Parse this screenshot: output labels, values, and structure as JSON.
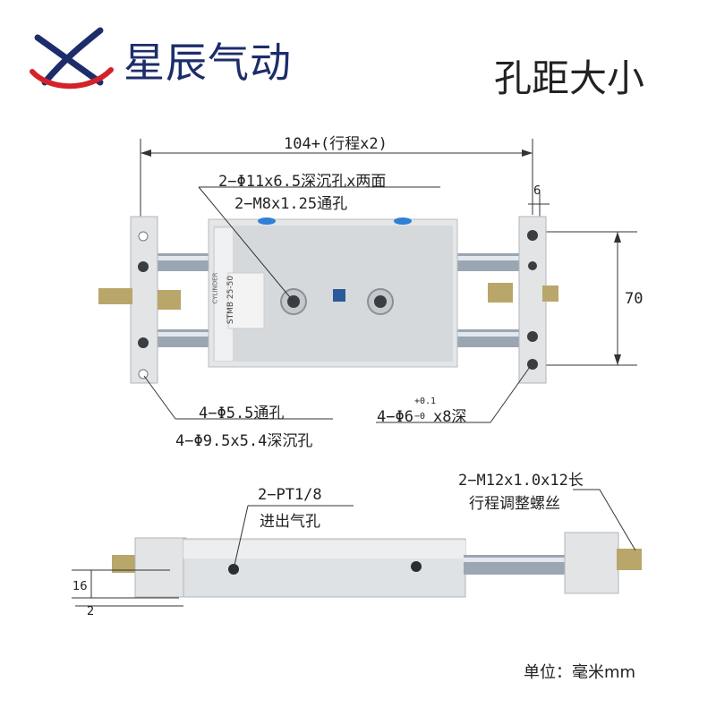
{
  "brand": {
    "name": "星辰气动"
  },
  "heading": "孔距大小",
  "dimensions": {
    "overall_length": "104+(行程x2)",
    "edge_offset": "6",
    "hole_spacing": "70",
    "counterbore_both_sides": "2−Φ11x6.5深沉孔x两面",
    "through_m8": "2−M8x1.25通孔",
    "through_5_5": "4−Φ5.5通孔",
    "counterbore_9_5": "4−Φ9.5x5.4深沉孔",
    "pin_hole_prefix": "4−Φ6",
    "pin_hole_tol_upper": "+0.1",
    "pin_hole_tol_lower": "−0",
    "pin_hole_suffix": "x8深",
    "port_size": "2−PT1/8",
    "port_desc": "进出气孔",
    "adjust_screw_size": "2−M12x1.0x12长",
    "adjust_screw_desc": "行程调整螺丝",
    "height_16": "16",
    "offset_2": "2"
  },
  "cylinder_label": {
    "model": "STMB 25-50",
    "maker": "CYLINDER"
  },
  "unit_note": "单位：毫米mm",
  "colors": {
    "brand_blue": "#1d2d6b",
    "brand_red": "#d3222a",
    "port_blue": "#2f7fd6",
    "rod_steel": "#9aa6b2"
  },
  "icons": [
    "brand-logo-icon"
  ]
}
